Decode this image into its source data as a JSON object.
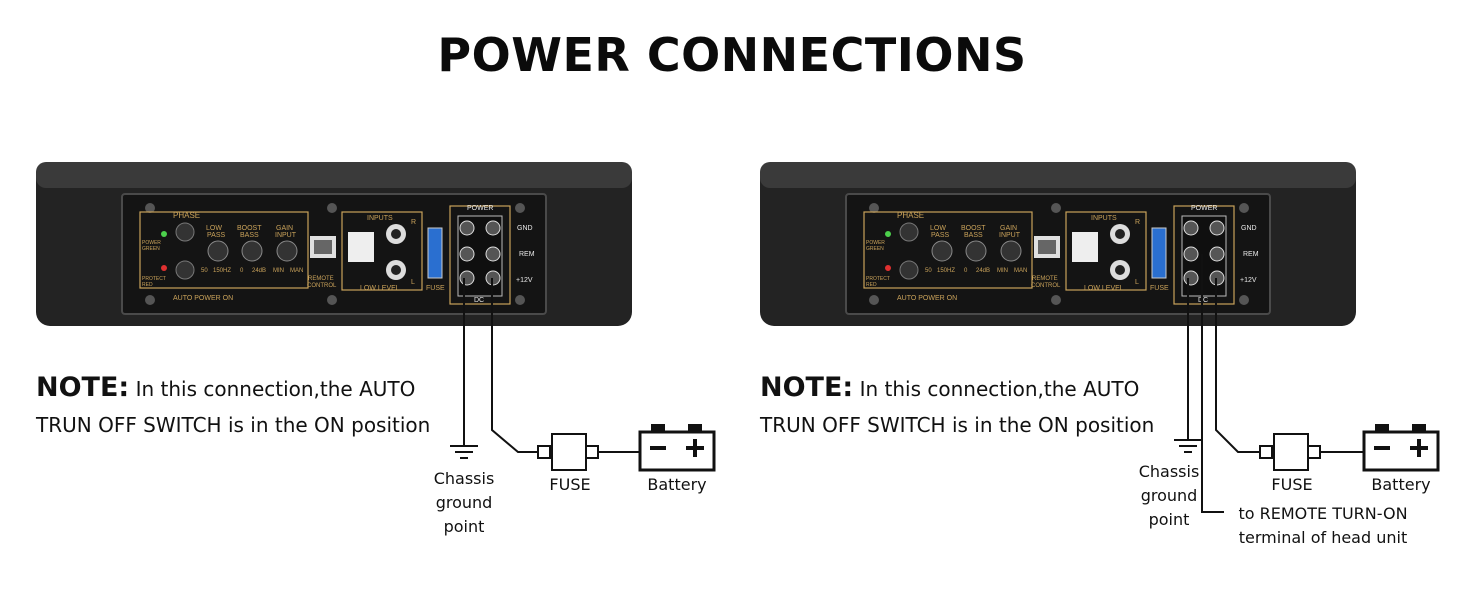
{
  "title": "POWER CONNECTIONS",
  "colors": {
    "panel_accent": "#c9a25a",
    "wire": "#111111",
    "amp_body": "#2a2a2a"
  },
  "amp_labels": {
    "phase": "PHASE",
    "low_pass": [
      "LOW",
      "PASS"
    ],
    "boost_bass": [
      "BOOST",
      "BASS"
    ],
    "gain_input": [
      "GAIN",
      "INPUT"
    ],
    "low_pass_scale": [
      "50",
      "150HZ"
    ],
    "boost_scale": [
      "0",
      "24dB"
    ],
    "gain_scale": [
      "MIN",
      "MAN"
    ],
    "power_green": [
      "POWER",
      "GREEN"
    ],
    "protect_red": [
      "PROTECT",
      "RED"
    ],
    "auto_power_on": "AUTO POWER ON",
    "remote_control": [
      "REMOTE",
      "CONTROL"
    ],
    "inputs": "INPUTS",
    "low_level": "LOW LEVEL",
    "fuse": "FUSE",
    "power": "POWER",
    "gnd": "GND",
    "rem": "REM",
    "plus12v": "+12V",
    "dc": "DC",
    "r": "R",
    "l": "L"
  },
  "left_diagram": {
    "note_lead": "NOTE:",
    "note_body": "In this connection,the AUTO TRUN OFF SWITCH is in the ON position",
    "ground_label": [
      "Chassis",
      "ground",
      "point"
    ],
    "fuse_label": "FUSE",
    "battery_label": "Battery"
  },
  "right_diagram": {
    "note_lead": "NOTE:",
    "note_body": "In this connection,the AUTO TRUN OFF SWITCH is in the ON position",
    "ground_label": [
      "Chassis",
      "ground",
      "point"
    ],
    "fuse_label": "FUSE",
    "battery_label": "Battery",
    "remote_label": [
      "to REMOTE TURN-ON",
      "terminal of head unit"
    ]
  }
}
